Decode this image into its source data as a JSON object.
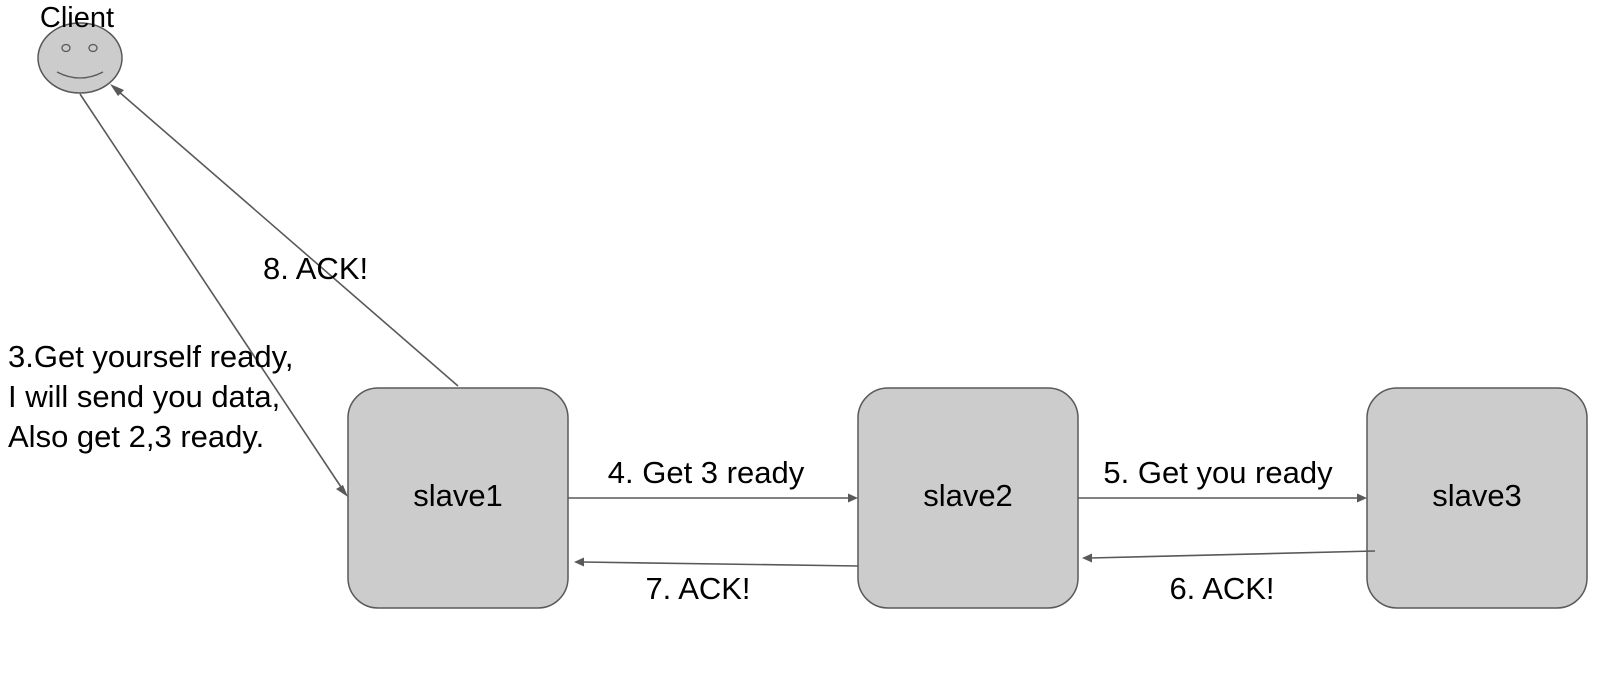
{
  "client": {
    "label": "Client",
    "icon": "smiley-face-icon"
  },
  "nodes": [
    {
      "id": "slave1",
      "label": "slave1"
    },
    {
      "id": "slave2",
      "label": "slave2"
    },
    {
      "id": "slave3",
      "label": "slave3"
    }
  ],
  "edges": {
    "e3": {
      "from": "Client",
      "to": "slave1",
      "lines": [
        "3.Get yourself ready,",
        "I will send you data,",
        "Also get 2,3 ready."
      ]
    },
    "e4": {
      "from": "slave1",
      "to": "slave2",
      "label": "4. Get 3 ready"
    },
    "e5": {
      "from": "slave2",
      "to": "slave3",
      "label": "5. Get you ready"
    },
    "e6": {
      "from": "slave3",
      "to": "slave2",
      "label": "6. ACK!"
    },
    "e7": {
      "from": "slave2",
      "to": "slave1",
      "label": "7. ACK!"
    },
    "e8": {
      "from": "slave1",
      "to": "Client",
      "label": "8. ACK!"
    }
  },
  "colors": {
    "node_fill": "#cccccc",
    "stroke": "#595959",
    "text": "#000000"
  }
}
